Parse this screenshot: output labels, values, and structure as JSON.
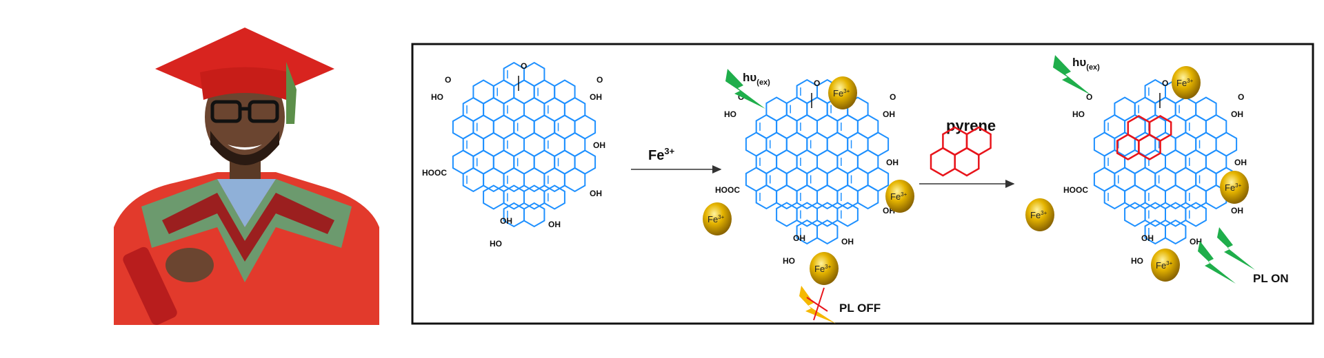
{
  "portrait": {
    "subject": "graduate-portrait"
  },
  "scheme": {
    "reagent_fe": "Fe",
    "reagent_fe_charge": "3+",
    "reagent_pyrene": "pyrene",
    "excitation": "hυ",
    "excitation_sub": "(ex)",
    "ion_label": "Fe",
    "ion_charge": "3+",
    "pl_off": "PL OFF",
    "pl_on": "PL ON",
    "groups": {
      "oh": "OH",
      "ho": "HO",
      "hooc": "HOOC",
      "o": "O"
    },
    "colors": {
      "lattice": "#1e90ff",
      "pyrene": "#e8141b",
      "lightning_on": "#1fae4b",
      "lightning_off": "#f5b800",
      "fe": "#d9a400",
      "frame": "#111111"
    }
  }
}
